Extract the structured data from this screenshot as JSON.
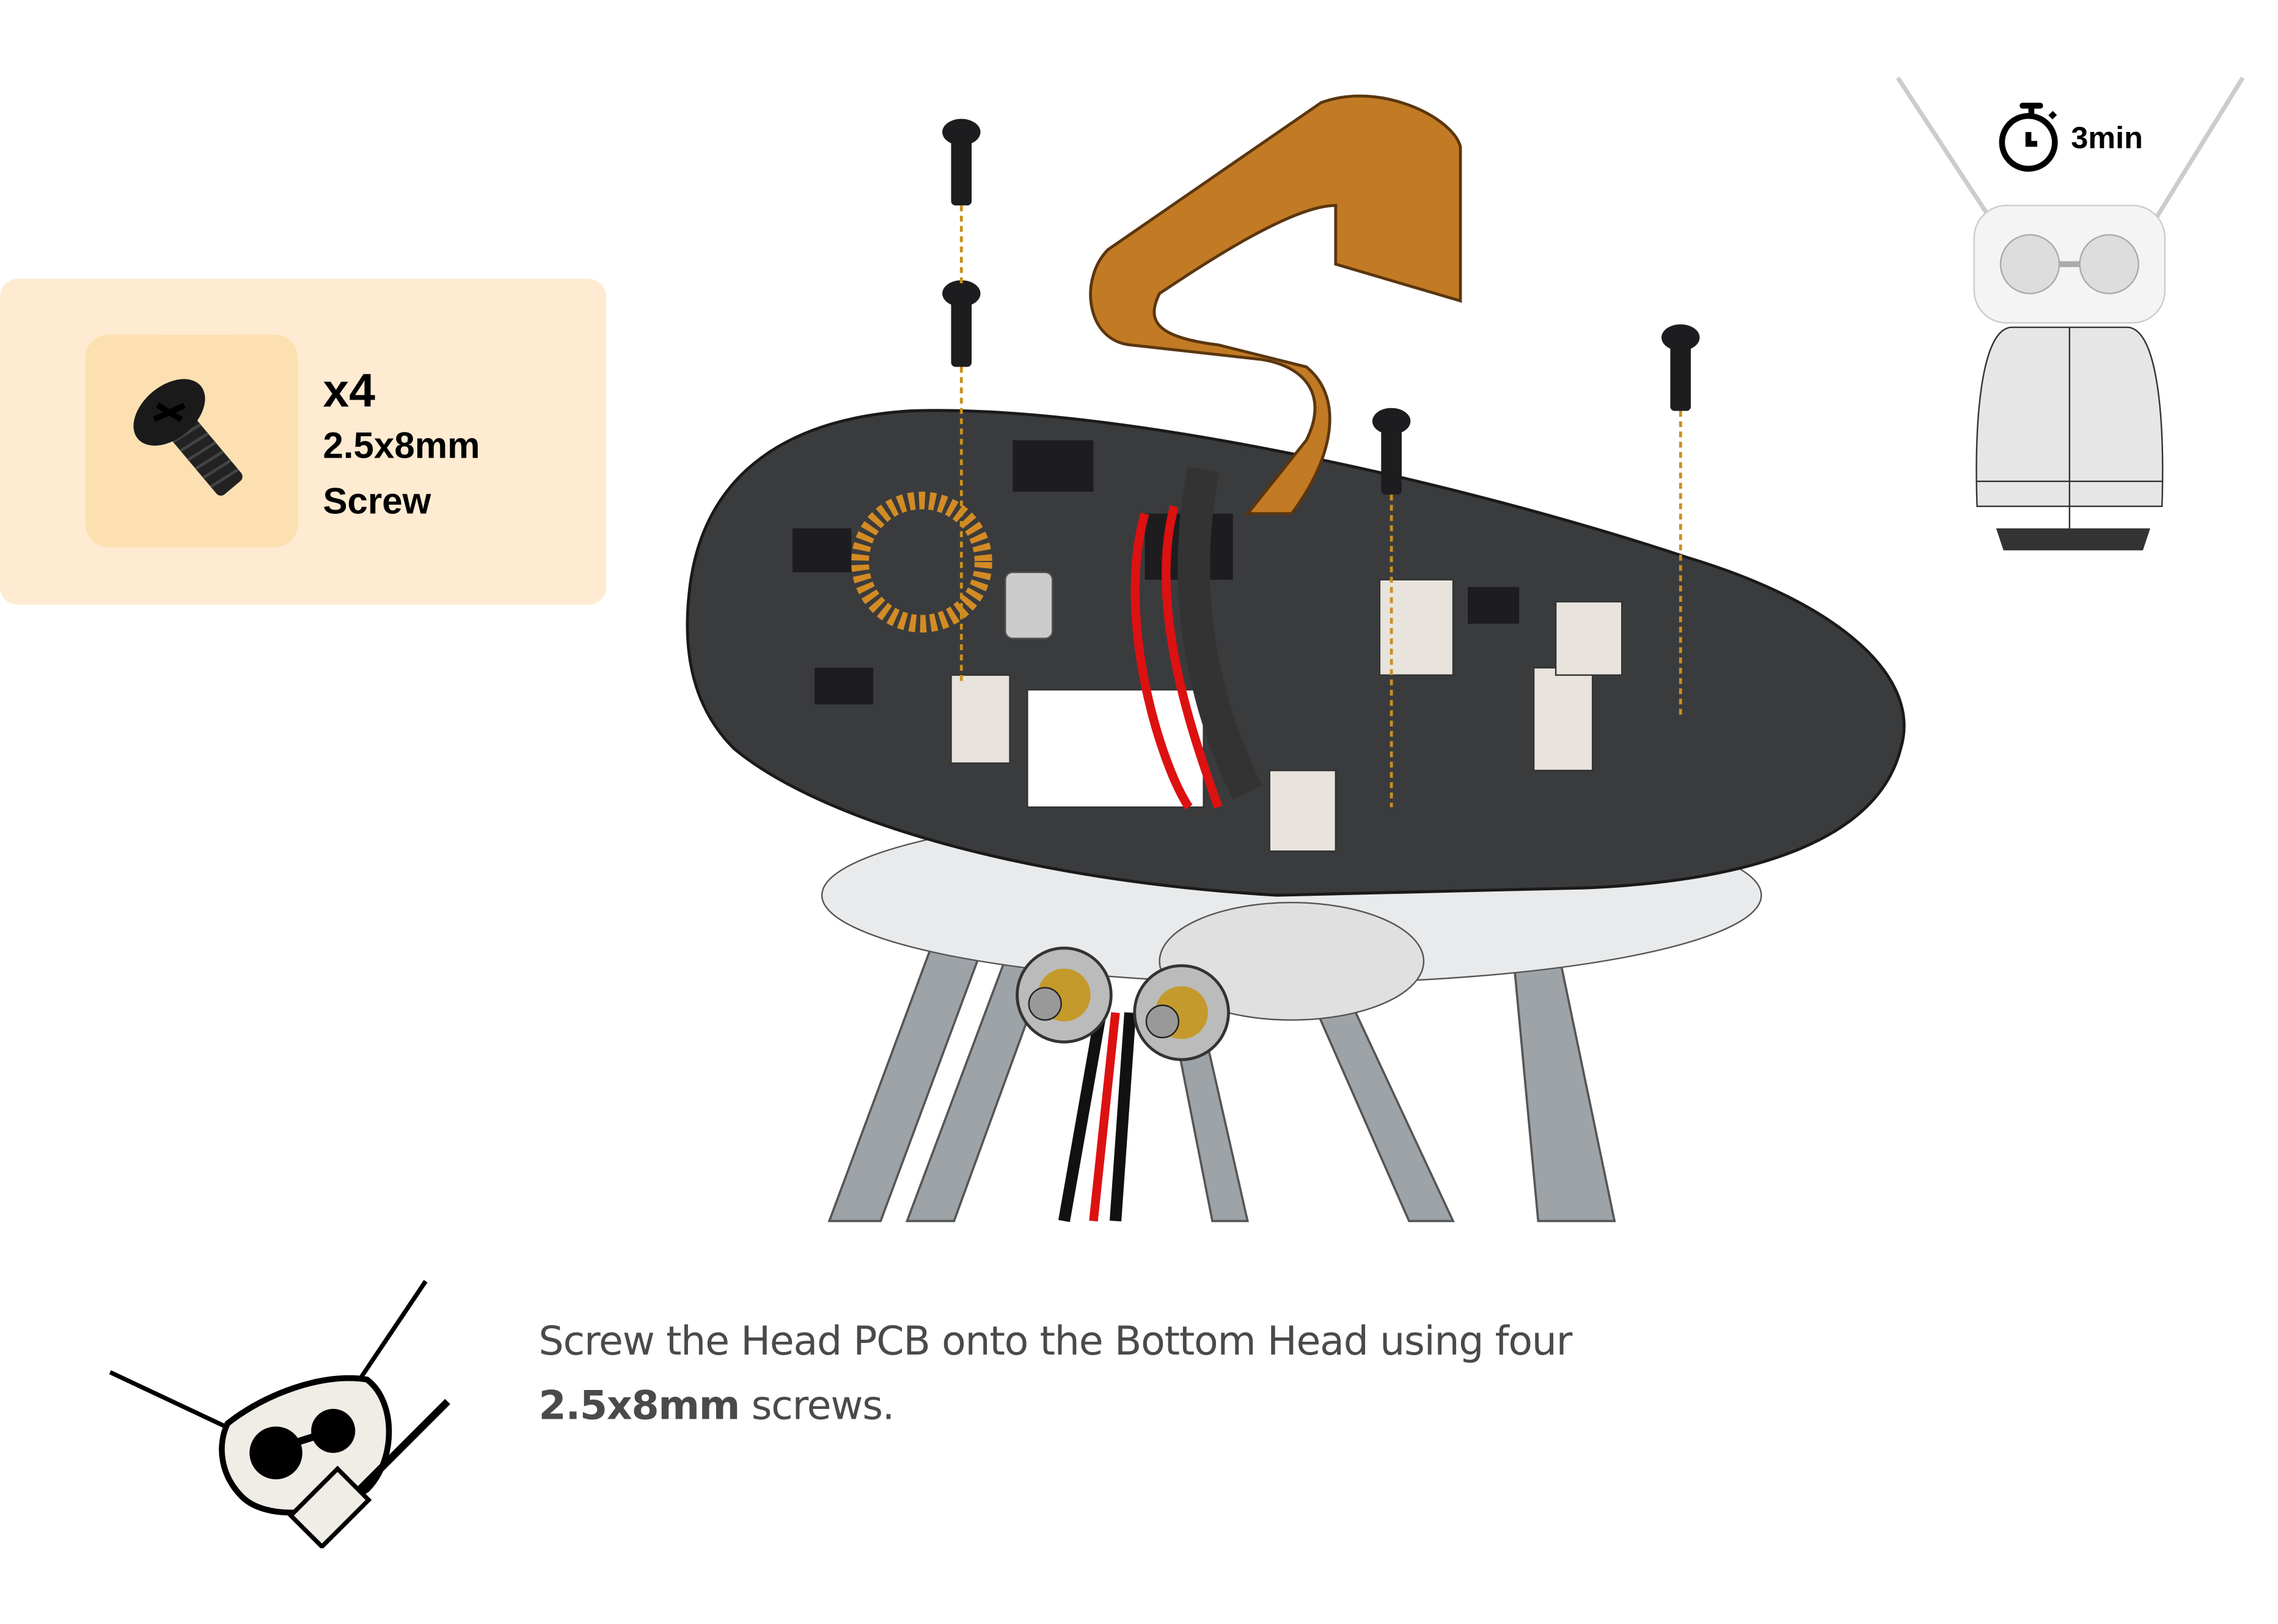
{
  "parts": {
    "quantity": "x4",
    "size": "2.5x8mm",
    "type": "Screw"
  },
  "timer": {
    "icon": "stopwatch-icon",
    "duration": "3min"
  },
  "instruction": {
    "text": "Screw the Head PCB onto the Bottom Head using four",
    "bold": "2.5x8mm",
    "suffix": " screws."
  },
  "colors": {
    "card_bg": "#feebd2",
    "thumb_bg": "#fde0b2",
    "pcb": "#3a3b3d",
    "flex_cable": "#c27a24",
    "text": "#4a4a4a"
  }
}
